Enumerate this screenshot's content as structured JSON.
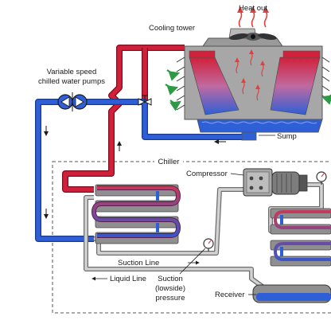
{
  "labels": {
    "heat_out": "Heat out",
    "cooling_tower": "Cooling tower",
    "pumps_line1": "Variable speed",
    "pumps_line2": "chilled water pumps",
    "sump": "Sump",
    "chiller": "Chiller",
    "compressor": "Compressor",
    "suction_line": "Suction Line",
    "liquid_line": "Liquid Line",
    "suction_gauge_line1": "Suction",
    "suction_gauge_line2": "(lowside)",
    "suction_gauge_line3": "pressure",
    "receiver": "Receiver"
  },
  "colors": {
    "hot_water": "#d1213a",
    "cold_water": "#2f5fd6",
    "refrigerant_line": "#c4c4c4",
    "tower_body": "#a7a7a7",
    "chiller_border": "#555555"
  },
  "icons": [
    "fan-icon",
    "pump-icon",
    "valve-icon",
    "pressure-gauge-icon",
    "heat-arrow-icon",
    "air-flow-arrow-icon"
  ]
}
